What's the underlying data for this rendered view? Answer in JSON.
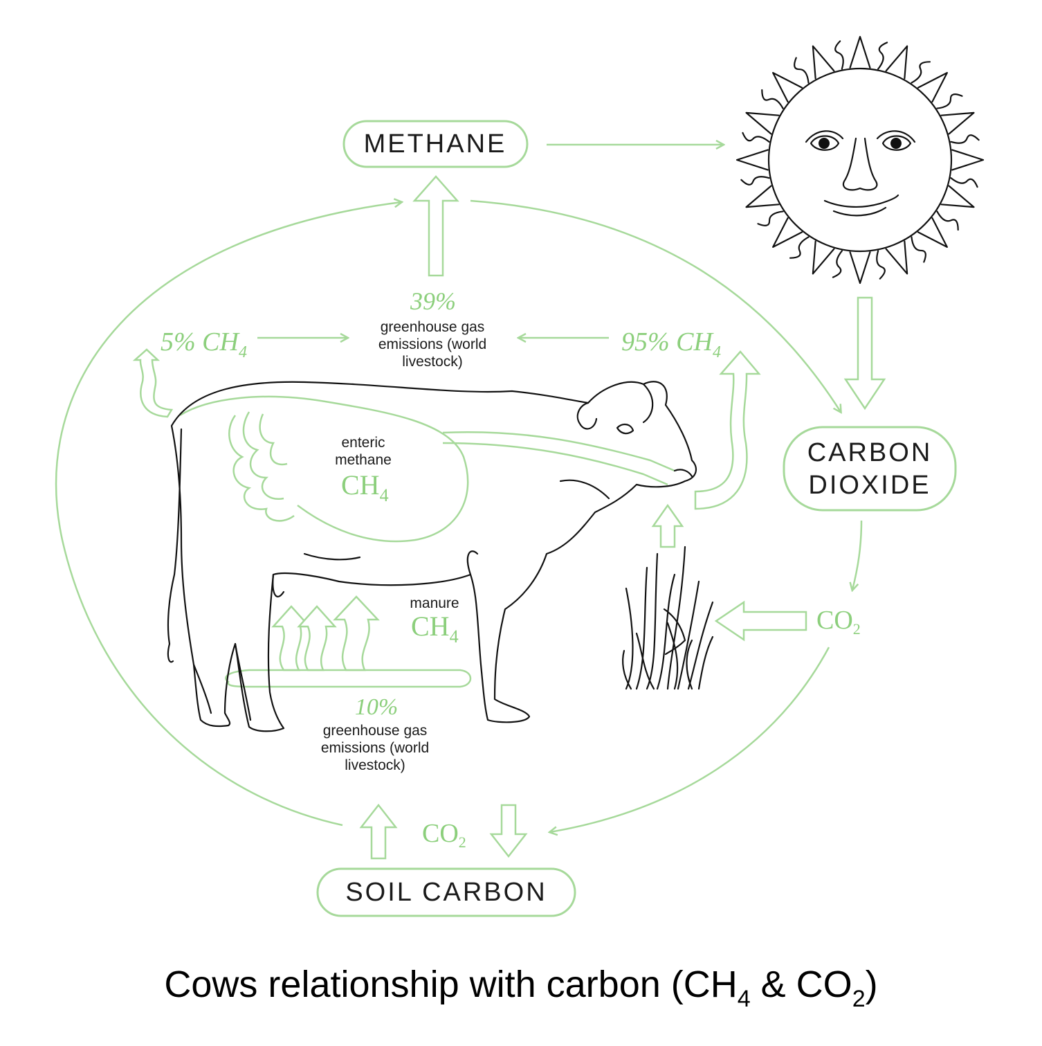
{
  "nodes": {
    "methane": "METHANE",
    "carbon_dioxide_line1": "CARBON",
    "carbon_dioxide_line2": "DIOXIDE",
    "soil_carbon": "SOIL CARBON"
  },
  "labels": {
    "pct_39": "39%",
    "ghg_top_line1": "greenhouse gas",
    "ghg_top_line2": "emissions (world",
    "ghg_top_line3": "livestock)",
    "ch4_5_prefix": "5% CH",
    "ch4_95_prefix": "95% CH",
    "sub_4": "4",
    "sub_2": "2",
    "enteric_line1": "enteric",
    "enteric_line2": "methane",
    "ch4": "CH",
    "manure": "manure",
    "pct_10": "10%",
    "ghg_bottom_line1": "greenhouse gas",
    "ghg_bottom_line2": "emissions (world",
    "ghg_bottom_line3": "livestock)",
    "co2": "CO"
  },
  "caption": {
    "main": "Cows relationship with carbon (CH",
    "sub4": "4",
    "middle": " & CO",
    "sub2": "2",
    "end": ")"
  },
  "icons": [
    "sun-face-icon",
    "cow-illustration",
    "grass-icon"
  ],
  "colors": {
    "accent_green": "#8ccf7c",
    "outline_green": "#a6d99a",
    "ink": "#111111"
  }
}
